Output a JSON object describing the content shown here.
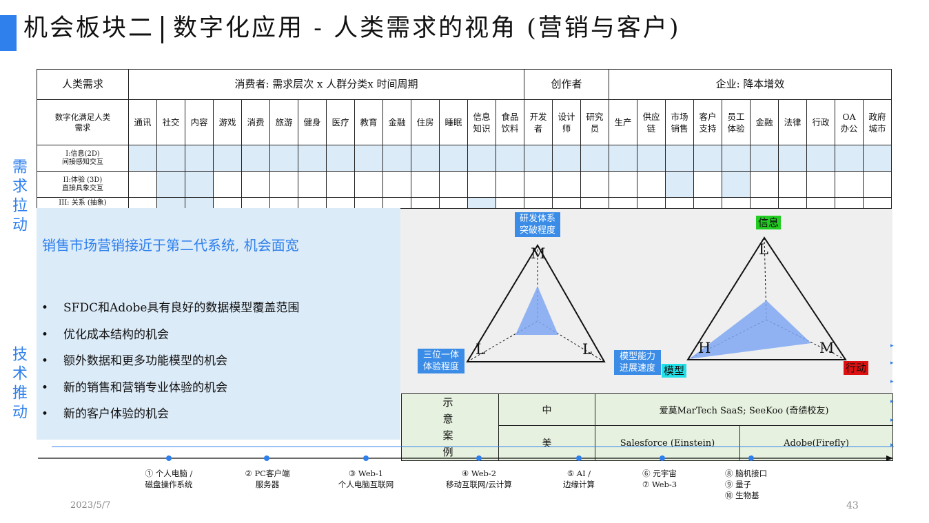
{
  "title": {
    "left": "机会板块二",
    "right": "数字化应用 - 人类需求的视角 (营销与客户)"
  },
  "table": {
    "row1": {
      "label": "人类需求",
      "consumer": "消费者: 需求层次 x 人群分类x 时间周期",
      "creator": "创作者",
      "enterprise": "企业: 降本增效"
    },
    "row2_label": "数字化满足人类需求",
    "columns": [
      "通讯",
      "社交",
      "内容",
      "游戏",
      "消费",
      "旅游",
      "健身",
      "医疗",
      "教育",
      "金融",
      "住房",
      "睡眠",
      "信息知识",
      "食品饮料",
      "开发者",
      "设计师",
      "研究员",
      "生产",
      "供应链",
      "市场销售",
      "客户支持",
      "员工体验",
      "金融",
      "法律",
      "行政",
      "OA办公",
      "政府城市"
    ],
    "levels": [
      {
        "line1": "I:信息(2D)",
        "line2": "间接感知交互"
      },
      {
        "line1": "II:体验 (3D)",
        "line2": "直接具象交互"
      },
      {
        "line1": "III: 关系 (抽象)",
        "line2": ""
      }
    ]
  },
  "side_labels": {
    "pull": "需求拉动",
    "push": "技术推动"
  },
  "panel": {
    "title": "销售市场营销接近于第二代系统, 机会面宽",
    "bullets": [
      "SFDC和Adobe具有良好的数据模型覆盖范围",
      "优化成本结构的机会",
      "额外数据和更多功能模型的机会",
      "新的销售和营销专业体验的机会",
      "新的客户体验的机会"
    ]
  },
  "diagram_left": {
    "top_tag": "研发体系突破程度",
    "left_tag": "三位一体体验程度",
    "top_value": "M",
    "left_value": "L",
    "right_value": "L"
  },
  "diagram_right": {
    "middle_tag": "模型能力进展速度",
    "top_tag": "信息",
    "left_tag": "模型",
    "right_tag": "行动",
    "top_value": "L",
    "left_value": "H",
    "right_value": "M"
  },
  "cases": {
    "label": "示意案例",
    "china": "中",
    "usa": "美",
    "china_cases": "爱莫MarTech SaaS; SeeKoo (奇绩校友)",
    "usa_case_1": "Salesforce (Einstein)",
    "usa_case_2": "Adobe(Firefly)"
  },
  "timeline": [
    {
      "line1": "① 个人电脑 /",
      "line2": "磁盘操作系统",
      "line3": ""
    },
    {
      "line1": "② PC客户端",
      "line2": "服务器",
      "line3": ""
    },
    {
      "line1": "③ Web-1",
      "line2": "个人电脑互联网",
      "line3": ""
    },
    {
      "line1": "④ Web-2",
      "line2": "移动互联网/云计算",
      "line3": ""
    },
    {
      "line1": "⑤ AI /",
      "line2": "边缘计算",
      "line3": ""
    },
    {
      "line1": "⑥ 元宇宙",
      "line2": "⑦ Web-3",
      "line3": ""
    },
    {
      "line1": "⑧ 脑机接口",
      "line2": "⑨ 量子",
      "line3": "⑩ 生物基"
    }
  ],
  "date": "2023/5/7",
  "page_number": "43",
  "colors": {
    "accent": "#2f80ed",
    "shade": "#dcebf8",
    "tag_blue": "#3b8ce6",
    "info_green": "#22cc22",
    "model_cyan": "#22e0e8",
    "action_red": "#dd1111",
    "case_green": "#e6f1df"
  }
}
